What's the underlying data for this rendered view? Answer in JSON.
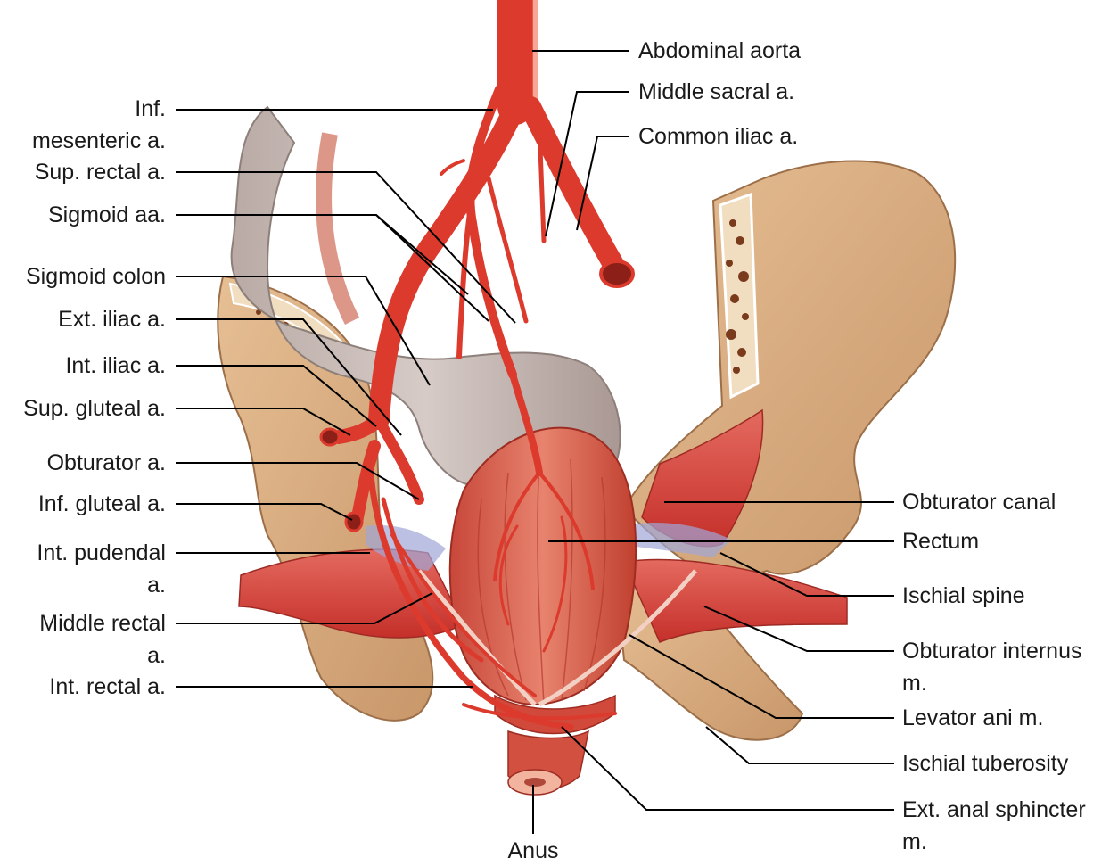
{
  "labels": {
    "inf_mesenteric": "Inf.\nmesenteric a.",
    "sup_rectal": "Sup. rectal a.",
    "sigmoid_aa": "Sigmoid aa.",
    "sigmoid_colon": "Sigmoid colon",
    "ext_iliac": "Ext. iliac a.",
    "int_iliac": "Int. iliac a.",
    "sup_gluteal": "Sup. gluteal a.",
    "obturator_a": "Obturator a.",
    "inf_gluteal": "Inf. gluteal a.",
    "int_pudendal": "Int. pudendal\na.",
    "middle_rectal": "Middle rectal\na.",
    "int_rectal": "Int. rectal a.",
    "abdominal_aorta": "Abdominal aorta",
    "middle_sacral": "Middle sacral a.",
    "common_iliac": "Common iliac a.",
    "obturator_canal": "Obturator canal",
    "rectum": "Rectum",
    "ischial_spine": "Ischial spine",
    "obturator_internus": "Obturator internus\nm.",
    "levator_ani": "Levator ani m.",
    "ischial_tuberosity": "Ischial tuberosity",
    "ext_anal_sphincter": "Ext. anal sphincter\nm.",
    "anus": "Anus"
  },
  "colors": {
    "bone": "#d9ab7e",
    "bone_dark": "#b5845a",
    "artery": "#dc3a2c",
    "artery_dark": "#a8231a",
    "muscle": "#d9413c",
    "colon": "#c9bcb7",
    "rectum": "#d95e4c",
    "leader": "#000000"
  }
}
